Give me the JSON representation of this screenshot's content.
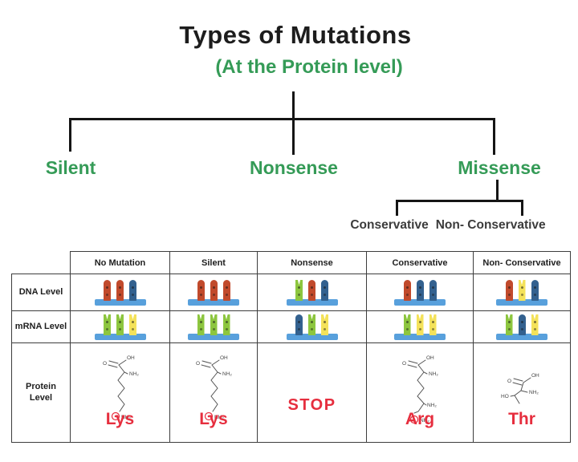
{
  "title": "Types of Mutations",
  "subtitle": "(At the Protein level)",
  "colors": {
    "green_text": "#359b57",
    "red_text": "#e62e3e",
    "line_black": "#151515",
    "border_gray": "#3d3d3d",
    "bar_red": "#c14a2c",
    "bar_green": "#8dc63f",
    "bar_yellow": "#f4e25a",
    "bar_blue": "#33618f",
    "bar_base_blue": "#58a0dc"
  },
  "tree": {
    "branches": [
      "Silent",
      "Nonsense",
      "Missense"
    ],
    "missense_sub": [
      "Conservative",
      "Non- Conservative"
    ]
  },
  "table": {
    "column_headers": [
      "No Mutation",
      "Silent",
      "Nonsense",
      "Conservative",
      "Non- Conservative"
    ],
    "row_headers": [
      "DNA Level",
      "mRNA Level",
      "Protein Level"
    ],
    "dna_bars": [
      [
        "red",
        "red",
        "blue"
      ],
      [
        "red",
        "red",
        "red"
      ],
      [
        "green",
        "red",
        "blue"
      ],
      [
        "red",
        "blue",
        "blue"
      ],
      [
        "red",
        "yellow",
        "blue"
      ]
    ],
    "mrna_bars": [
      [
        "green",
        "green",
        "yellow"
      ],
      [
        "green",
        "green",
        "green"
      ],
      [
        "blue",
        "green",
        "yellow"
      ],
      [
        "green",
        "yellow",
        "yellow"
      ],
      [
        "green",
        "blue",
        "yellow"
      ]
    ],
    "protein_cells": [
      {
        "structure": "lysine",
        "label": "Lys"
      },
      {
        "structure": "lysine",
        "label": "Lys"
      },
      {
        "structure": "none",
        "label": "STOP"
      },
      {
        "structure": "arginine",
        "label": "Arg"
      },
      {
        "structure": "threonine",
        "label": "Thr"
      }
    ],
    "atom_labels": {
      "oh": "OH",
      "ho": "HO",
      "o": "O",
      "nh2": "NH₂",
      "charged_amine": "⊕"
    }
  }
}
